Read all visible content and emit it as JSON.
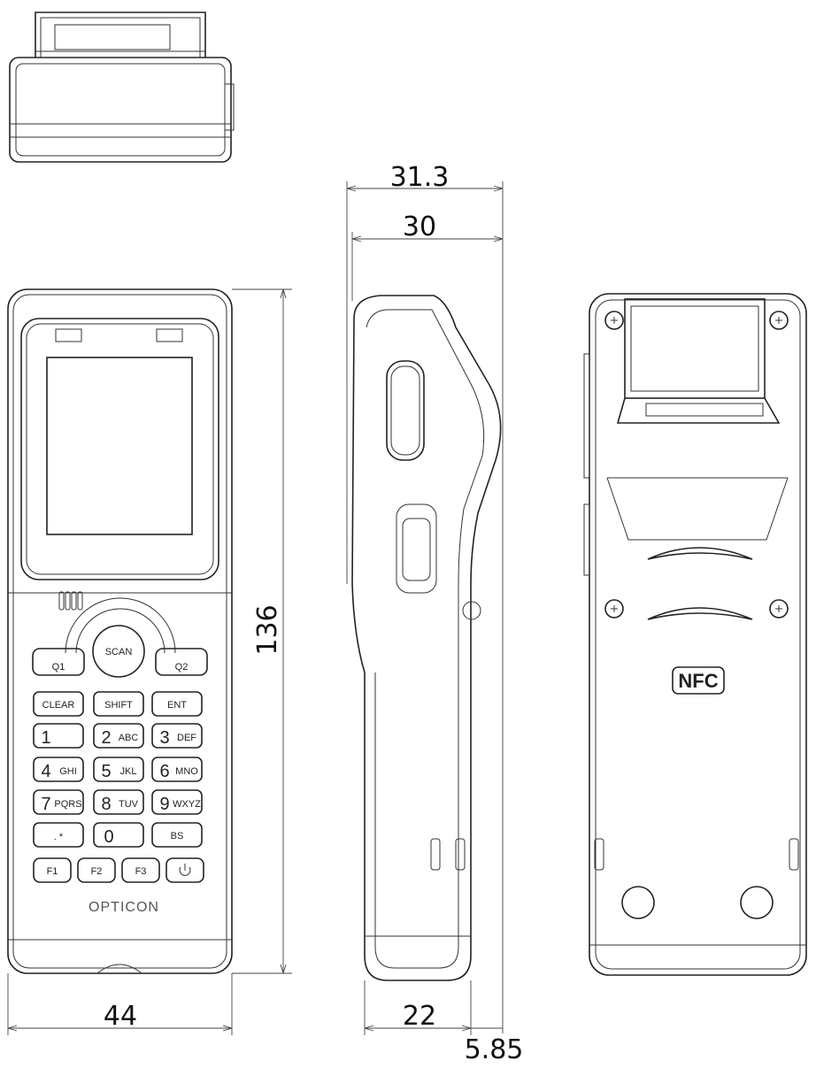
{
  "dimensions": {
    "front_width": "44",
    "height": "136",
    "side_overall_depth": "31.3",
    "side_body_depth": "30",
    "side_base_depth": "22",
    "side_offset": "5.85"
  },
  "keypad": {
    "scan": "SCAN",
    "q1": "Q1",
    "q2": "Q2",
    "clear": "CLEAR",
    "shift": "SHIFT",
    "ent": "ENT",
    "bs": "BS",
    "f1": "F1",
    "f2": "F2",
    "f3": "F3",
    "digits": [
      "1",
      "2",
      "3",
      "4",
      "5",
      "6",
      "7",
      "8",
      "9",
      "0"
    ],
    "letters": [
      "ABC",
      "DEF",
      "GHI",
      "JKL",
      "MNO",
      "PQRS",
      "TUV",
      "WXYZ"
    ],
    "dot_star": ". *",
    "power_icon": "power-icon"
  },
  "brand": "OPTICON",
  "nfc_label": "NFC"
}
